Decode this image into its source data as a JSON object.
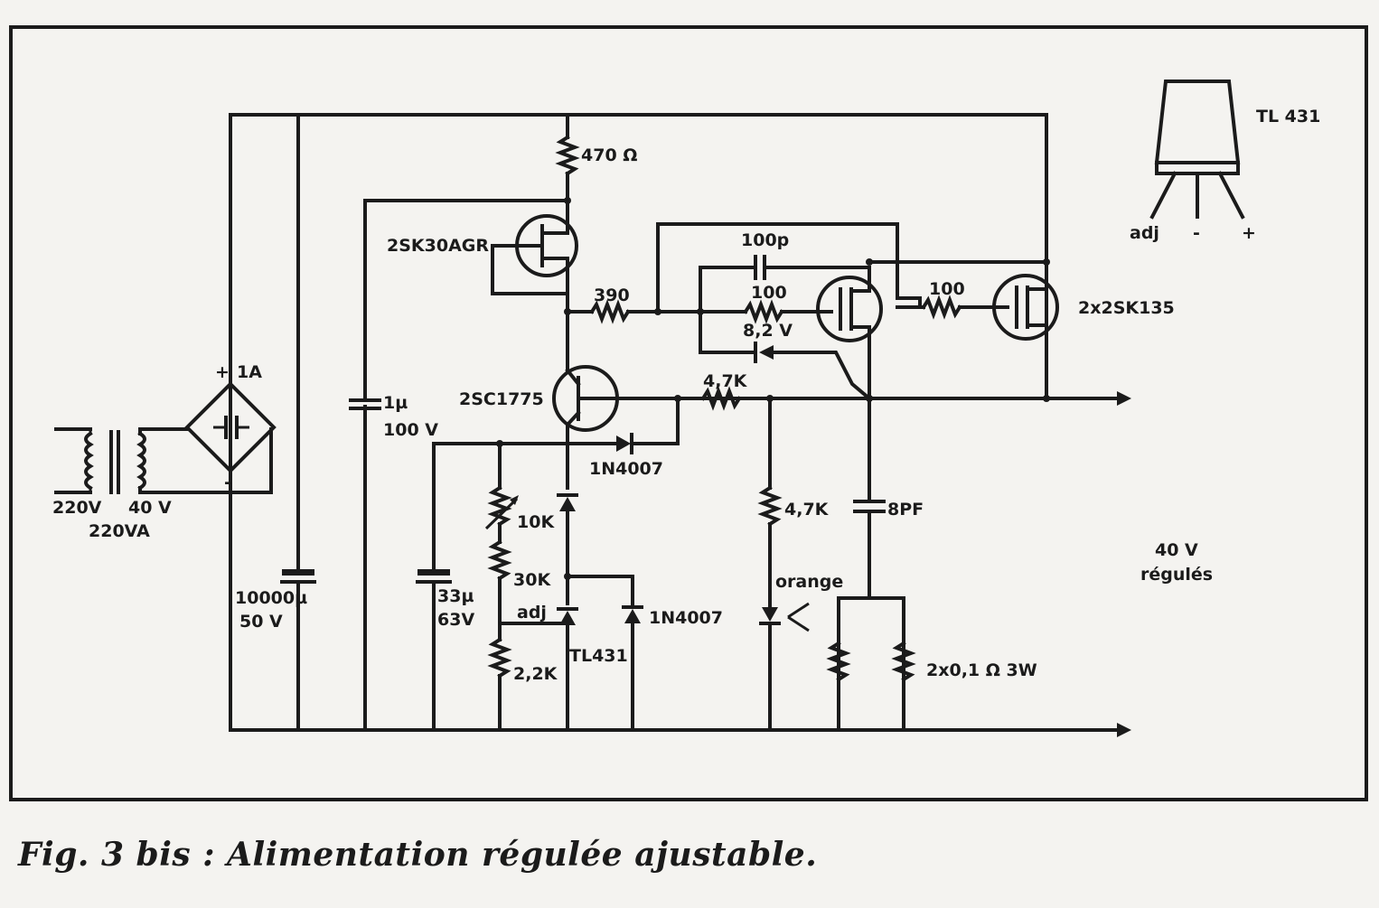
{
  "labels": {
    "r470": "470 Ω",
    "jfet": "2SK30AGR",
    "r390": "390",
    "c100p": "100p",
    "r100a": "100",
    "z82": "8,2 V",
    "r100b": "100",
    "mos": "2x2SK135",
    "tr": "2SC1775",
    "r47k_top": "4,7K",
    "d1": "1N4007",
    "cap1u": "1µ",
    "cap1u_v": "100 V",
    "bridge_plus": "+",
    "bridge_1a": "1A",
    "bridge_minus": "-",
    "tr_220": "220V",
    "tr_40": "40 V",
    "tr_va": "220VA",
    "cap10000": "10000µ",
    "cap10000_v": "50 V",
    "cap33": "33µ",
    "cap33_v": "63V",
    "pot10k": "10K",
    "r30k": "30K",
    "adj": "adj",
    "r22k": "2,2K",
    "tl431": "TL431",
    "d2": "1N4007",
    "r47k_led": "4,7K",
    "led": "orange",
    "c8pf": "8PF",
    "rshunt": "2x0,1 Ω 3W",
    "out_v": "40 V",
    "out_reg": "régulés",
    "pin_title": "TL 431",
    "pin_adj": "adj",
    "pin_minus": "-",
    "pin_plus": "+"
  },
  "caption": "Fig. 3 bis : Alimentation régulée ajustable."
}
